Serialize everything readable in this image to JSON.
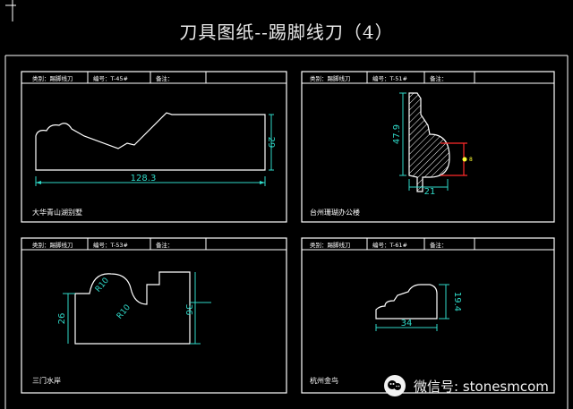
{
  "title": "刀具图纸--踢脚线刀（4）",
  "colors": {
    "frame": "#ffffff",
    "profile": "#ffffff",
    "dimension": "#2fd9c8",
    "hatch": "#ffffff",
    "red": "#ff2a2a",
    "marker": "#ffff33"
  },
  "panels": [
    {
      "id": "p1",
      "header": {
        "category": "类别：踢脚线刀",
        "number": "编号：T-45#",
        "remark": "备注："
      },
      "name": "大华青山湖别墅",
      "dims": {
        "width": "128.3",
        "height": "29"
      }
    },
    {
      "id": "p2",
      "header": {
        "category": "类别：踢脚线刀",
        "number": "编号：T-51#",
        "remark": "备注："
      },
      "name": "台州珊瑚办公楼",
      "dims": {
        "height": "47.9",
        "width": "21",
        "radius": "8"
      }
    },
    {
      "id": "p3",
      "header": {
        "category": "类别：踢脚线刀",
        "number": "编号：T-53#",
        "remark": "备注："
      },
      "name": "三门水岸",
      "dims": {
        "left": "26",
        "right": "36",
        "r1": "R10",
        "r2": "R10"
      }
    },
    {
      "id": "p4",
      "header": {
        "category": "类别：踢脚线刀",
        "number": "编号：T-61#",
        "remark": "备注："
      },
      "name": "杭州金鸟",
      "dims": {
        "width": "34",
        "height": "19.4"
      }
    }
  ],
  "watermark": {
    "text": "微信号: stonesmcom"
  }
}
